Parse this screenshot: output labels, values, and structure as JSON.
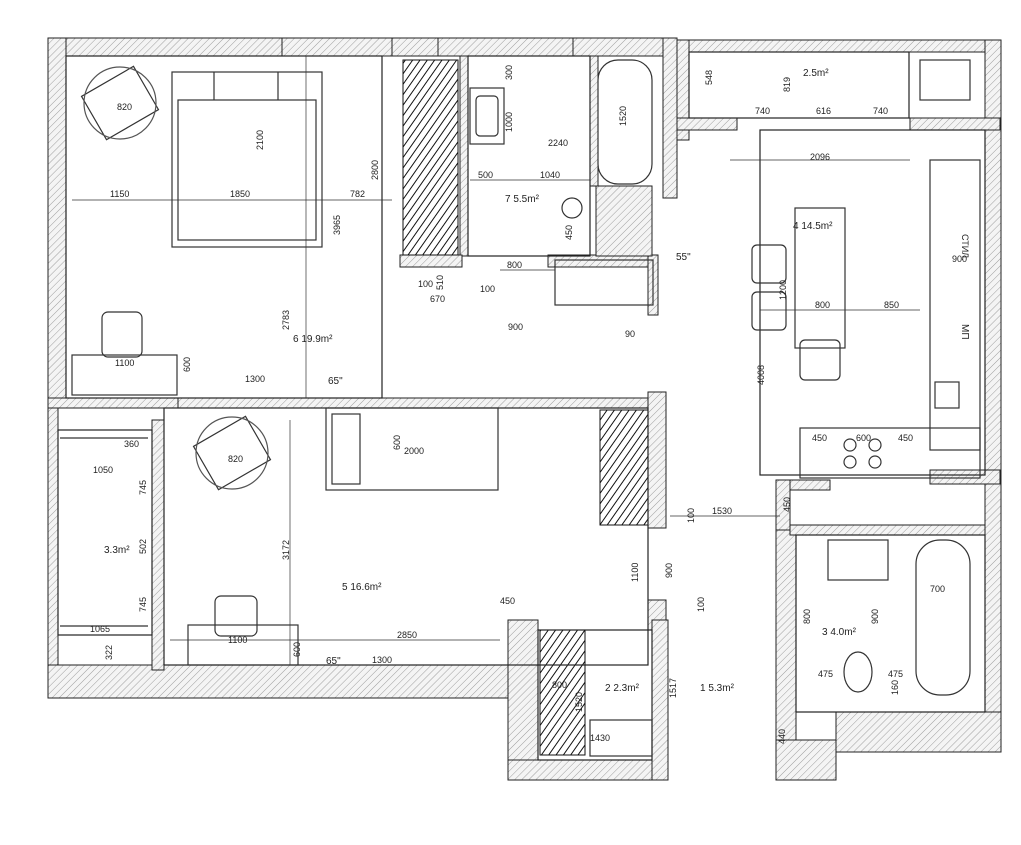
{
  "rooms": [
    {
      "label": "3.3m²"
    },
    {
      "label": "5 16.6m²"
    },
    {
      "label": "6 19.9m²"
    },
    {
      "label": "7 5.5m²"
    },
    {
      "label": "2.5m²"
    },
    {
      "label": "4 14.5m²"
    },
    {
      "label": "3 4.0m²"
    },
    {
      "label": "2 2.3m²"
    },
    {
      "label": "1 5.3m²"
    }
  ],
  "dimensions": [
    "1150",
    "1850",
    "782",
    "2100",
    "820",
    "3965",
    "2800",
    "2783",
    "600",
    "1100",
    "1300",
    "65\"",
    "100",
    "670",
    "510",
    "800",
    "500",
    "1040",
    "2240",
    "1000",
    "300",
    "1520",
    "450",
    "100",
    "900",
    "90",
    "55\"",
    "548",
    "819",
    "740",
    "616",
    "740",
    "2096",
    "1200",
    "4008",
    "800",
    "850",
    "450",
    "600",
    "450",
    "900",
    "360",
    "1050",
    "745",
    "502",
    "745",
    "1065",
    "322",
    "820",
    "2000",
    "600",
    "3172",
    "1100",
    "600",
    "1300",
    "2850",
    "65\"",
    "450",
    "1530",
    "450",
    "100",
    "900",
    "1100",
    "100",
    "1517",
    "800",
    "1520",
    "1430",
    "700",
    "800",
    "900",
    "475",
    "475",
    "160",
    "440"
  ],
  "annotations": [
    "СТИЛ.",
    "МП"
  ]
}
